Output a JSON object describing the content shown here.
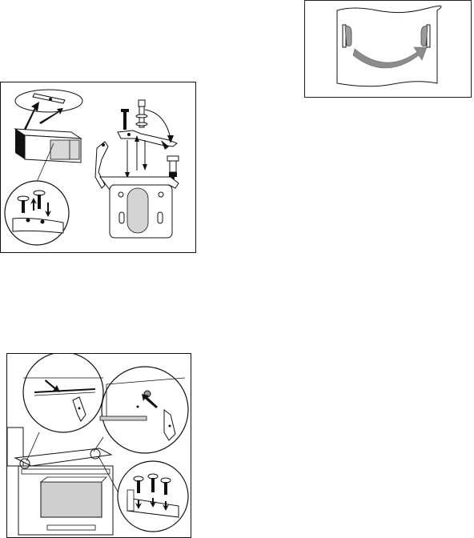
{
  "page": {
    "background": "#ffffff",
    "ink": "#111111",
    "figures": [
      {
        "id": "door-reversal",
        "content": "door-panel-with-curved-arrow"
      },
      {
        "id": "hinge-transfer",
        "content": "hinge-parts-and-screws"
      },
      {
        "id": "cabinet-mounting",
        "content": "cabinet-with-zoom-callouts"
      }
    ],
    "colors": {
      "arrow_fill": "#8c8c8c",
      "shade": "#c8c8c8",
      "line": "#111111"
    }
  }
}
